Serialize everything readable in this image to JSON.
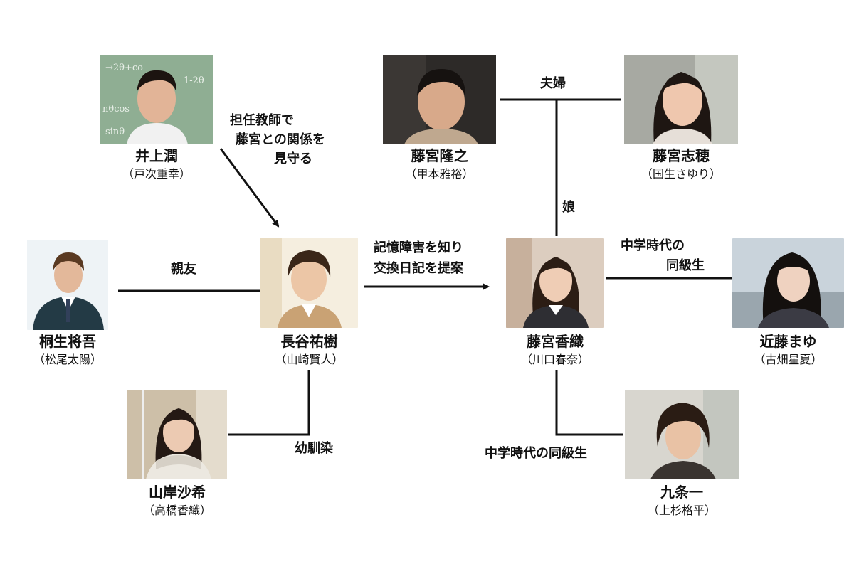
{
  "characters": {
    "inoue": {
      "name": "井上潤",
      "actor": "（戸次重幸）"
    },
    "takayuki": {
      "name": "藤宮隆之",
      "actor": "（甲本雅裕）"
    },
    "shiho": {
      "name": "藤宮志穂",
      "actor": "（国生さゆり）"
    },
    "kiryu": {
      "name": "桐生将吾",
      "actor": "（松尾太陽）"
    },
    "hase": {
      "name": "長谷祐樹",
      "actor": "（山崎賢人）"
    },
    "kaori": {
      "name": "藤宮香織",
      "actor": "（川口春奈）"
    },
    "kondo": {
      "name": "近藤まゆ",
      "actor": "（古畑星夏）"
    },
    "yamagishi": {
      "name": "山岸沙希",
      "actor": "（高橋香織）"
    },
    "kujo": {
      "name": "九条一",
      "actor": "（上杉格平）"
    }
  },
  "relations": {
    "teacher_line1": "担任教師で",
    "teacher_line2": "藤宮との関係を",
    "teacher_line3": "見守る",
    "couple": "夫婦",
    "daughter": "娘",
    "best_friend": "親友",
    "memory_line1": "記憶障害を知り",
    "memory_line2": "交換日記を提案",
    "junior_high_line1": "中学時代の",
    "junior_high_line2": "同級生",
    "childhood": "幼馴染",
    "junior_high_full": "中学時代の同級生"
  }
}
